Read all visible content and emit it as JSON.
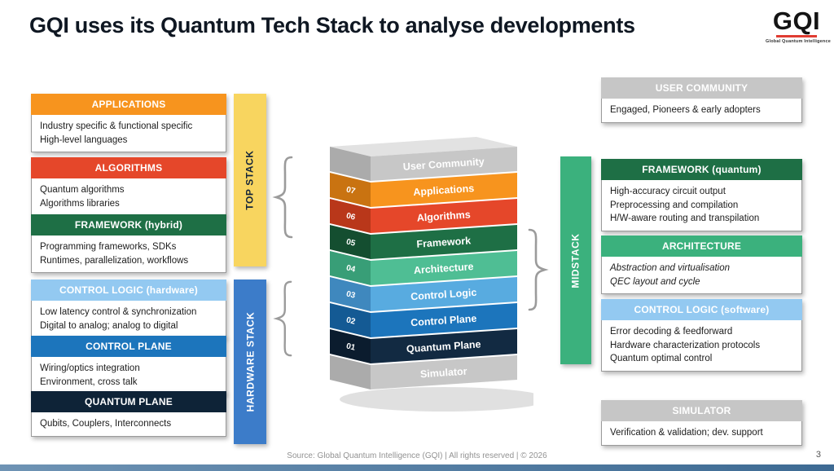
{
  "title": "GQI uses its Quantum Tech Stack to analyse developments",
  "logo": {
    "text": "GQI",
    "caption": "Global Quantum Intelligence",
    "accent_color": "#e03c31"
  },
  "left_column": {
    "boxes": [
      {
        "title": "APPLICATIONS",
        "color": "#F7941E",
        "body": "Industry specific & functional specific\nHigh-level languages"
      },
      {
        "title": "ALGORITHMS",
        "color": "#E5472A",
        "body": "Quantum algorithms\nAlgorithms libraries"
      },
      {
        "title": "FRAMEWORK (hybrid)",
        "color": "#1E6F45",
        "body": "Programming frameworks, SDKs\nRuntimes, parallelization, workflows"
      },
      {
        "title": "CONTROL LOGIC (hardware)",
        "color": "#93C9F1",
        "body": "Low latency control & synchronization\nDigital to analog; analog to digital"
      },
      {
        "title": "CONTROL PLANE",
        "color": "#1C75BC",
        "body": "Wiring/optics integration\nEnvironment, cross talk"
      },
      {
        "title": "QUANTUM PLANE",
        "color": "#0E2337",
        "body": "Qubits, Couplers, Interconnects"
      }
    ],
    "groups": [
      {
        "label": "TOP STACK",
        "color": "#F8D55F",
        "text_color": "#14253A"
      },
      {
        "label": "HARDWARE STACK",
        "color": "#3C7CC9",
        "text_color": "#FFFFFF"
      }
    ]
  },
  "right_column": {
    "bar": {
      "label": "MIDSTACK",
      "color": "#3BB17D",
      "text_color": "#FFFFFF"
    },
    "boxes": [
      {
        "title": "USER COMMUNITY",
        "color": "#C6C6C6",
        "body": "Engaged, Pioneers & early adopters"
      },
      {
        "title": "FRAMEWORK (quantum)",
        "color": "#1E6F45",
        "body": "High-accuracy circuit output\nPreprocessing and compilation\nH/W-aware routing and transpilation"
      },
      {
        "title": "ARCHITECTURE",
        "color": "#3BB17D",
        "body": "Abstraction and virtualisation\nQEC layout and cycle"
      },
      {
        "title": "CONTROL LOGIC (software)",
        "color": "#93C9F1",
        "body": "Error decoding & feedforward\nHardware characterization protocols\nQuantum optimal control"
      },
      {
        "title": "SIMULATOR",
        "color": "#C6C6C6",
        "body": "Verification & validation; dev. support"
      }
    ]
  },
  "stack": {
    "layers": [
      {
        "id": "user-community",
        "num": "",
        "label": "User Community",
        "front": "#C7C7C7",
        "side": "#ABABAB",
        "top": "#E2E2E2"
      },
      {
        "id": "applications",
        "num": "07",
        "label": "Applications",
        "front": "#F7941E",
        "side": "#C97311"
      },
      {
        "id": "algorithms",
        "num": "06",
        "label": "Algorithms",
        "front": "#E5472A",
        "side": "#B9371A"
      },
      {
        "id": "framework",
        "num": "05",
        "label": "Framework",
        "front": "#1E6F45",
        "side": "#144E30"
      },
      {
        "id": "architecture",
        "num": "04",
        "label": "Architecture",
        "front": "#4FBE94",
        "side": "#389E77"
      },
      {
        "id": "control-logic",
        "num": "03",
        "label": "Control Logic",
        "front": "#58ABE0",
        "side": "#3F88BE"
      },
      {
        "id": "control-plane",
        "num": "02",
        "label": "Control Plane",
        "front": "#1C75BC",
        "side": "#145A94"
      },
      {
        "id": "quantum-plane",
        "num": "01",
        "label": "Quantum Plane",
        "front": "#122A42",
        "side": "#0B1C2E"
      },
      {
        "id": "simulator",
        "num": "",
        "label": "Simulator",
        "front": "#C7C7C7",
        "side": "#ABABAB"
      }
    ]
  },
  "footer": {
    "source": "Source: Global Quantum Intelligence (GQI) | All rights reserved | © 2026",
    "page": "3"
  }
}
